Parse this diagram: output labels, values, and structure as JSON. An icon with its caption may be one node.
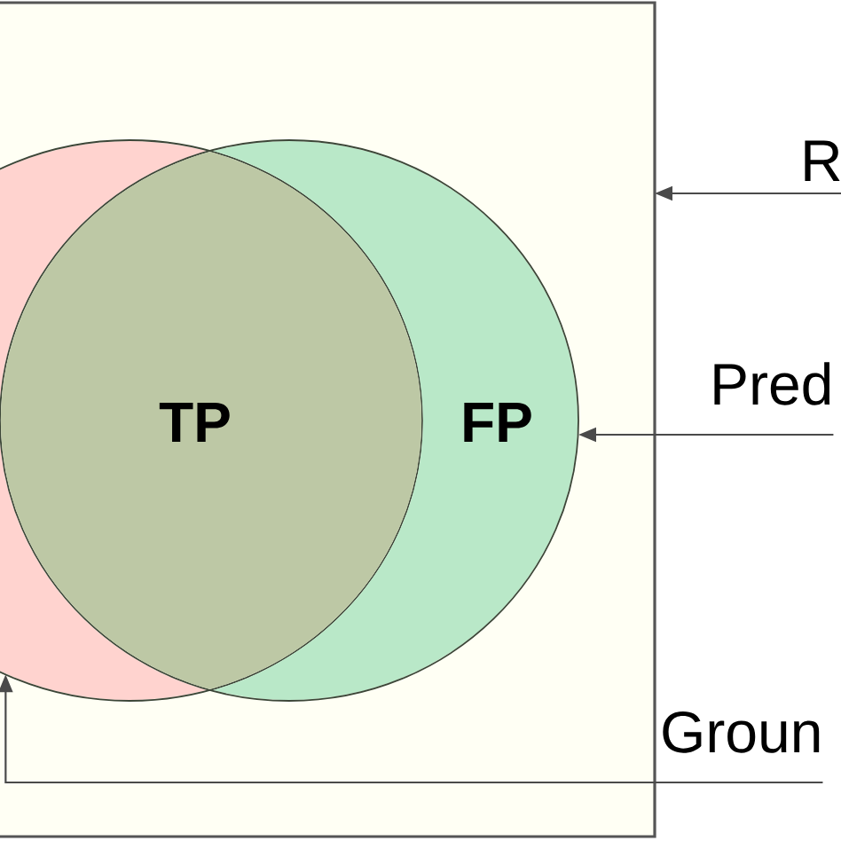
{
  "diagram": {
    "nodes": [
      {
        "text": [],
        "shape": "box"
      },
      {
        "text": [],
        "shape": "circle",
        "in": 0
      },
      {
        "text": [
          "FP"
        ],
        "in": 0
      },
      {
        "text": [
          "TP"
        ]
      },
      {
        "text": [
          "R"
        ]
      },
      {
        "text": [
          "Pred"
        ]
      },
      {
        "text": [
          "Groun"
        ]
      }
    ],
    "edges": [
      {
        "from": 4,
        "to": 0,
        "arrow": "to"
      },
      {
        "from": 5,
        "to": 2,
        "arrow": "to"
      },
      {
        "from": 6,
        "to": 1,
        "arrow": "to"
      }
    ]
  }
}
